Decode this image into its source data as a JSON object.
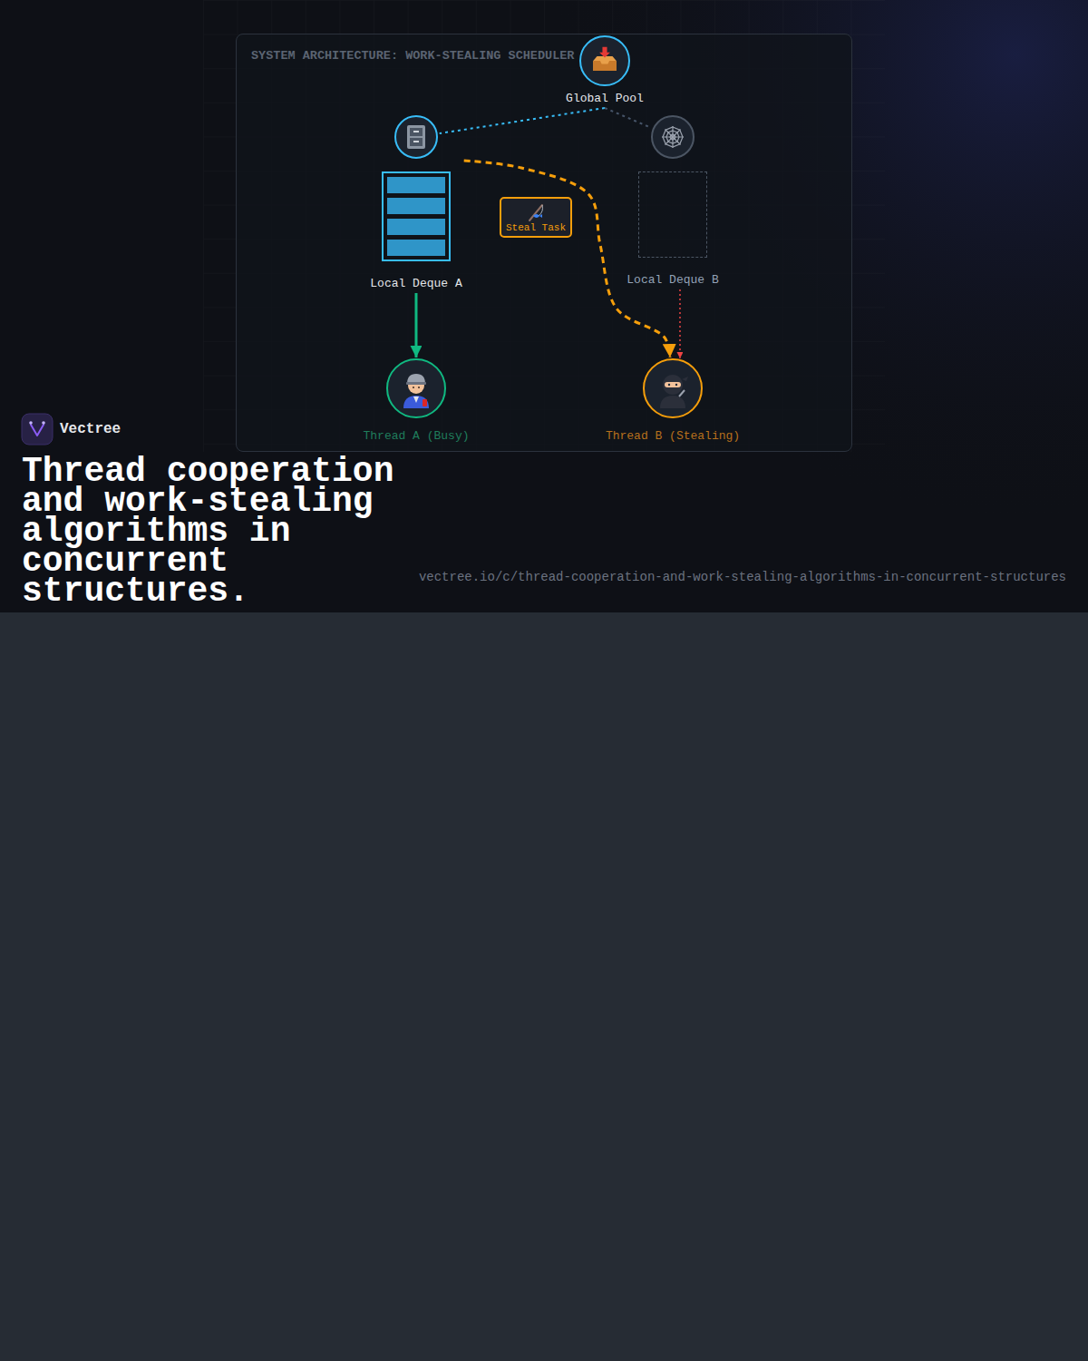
{
  "diagram": {
    "title": "Thread cooperation and work-stealing algorithms in concurrent structures.",
    "nodes": [
      {
        "text": [
          "SYSTEM ARCHITECTURE: WORK-STEALING SCHEDULER"
        ]
      },
      {
        "text": [
          "Global Pool"
        ],
        "in": 0
      },
      {
        "text": [
          "Local Deque A"
        ],
        "in": 0
      },
      {
        "text": [
          "Steal Task"
        ],
        "in": 0
      },
      {
        "text": [
          "Local Deque B"
        ],
        "in": 0
      },
      {
        "text": [
          "Thread A (Busy)"
        ],
        "in": 0
      },
      {
        "text": [
          "Thread B (Stealing)"
        ],
        "in": 0
      }
    ],
    "edges": [
      {
        "from": 1,
        "to": 2,
        "arrow": "none"
      },
      {
        "from": 1,
        "to": 4,
        "arrow": "none"
      },
      {
        "from": 2,
        "to": 5,
        "arrow": "to"
      },
      {
        "from": 4,
        "to": 6,
        "arrow": "to"
      },
      {
        "from": 2,
        "to": 6,
        "arrow": "to"
      }
    ],
    "labels": [
      "Vectree",
      "vectree.io/c/thread-cooperation-and-work-stealing-algorithms-in-concurrent-structures"
    ]
  }
}
